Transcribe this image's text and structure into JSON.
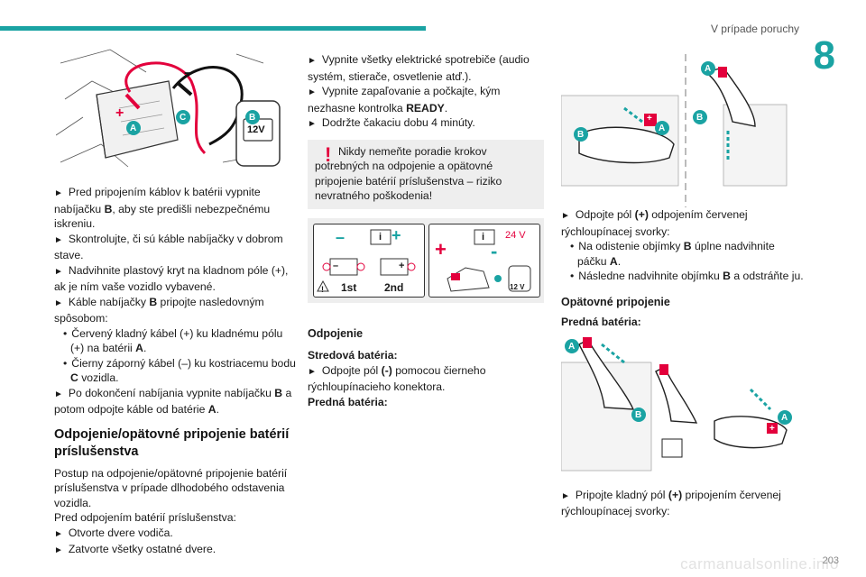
{
  "header": {
    "title": "V prípade poruchy",
    "chapter": "8",
    "page": "203"
  },
  "watermark": "carmanualsonline.info",
  "col1": {
    "fig_labels": {
      "a": "A",
      "b": "B",
      "c": "C",
      "plus": "+",
      "minus": "–",
      "charger_badge": "12V"
    },
    "steps": [
      "Pred pripojením káblov k batérii vypnite nabíjačku ",
      "Skontrolujte, či sú káble nabíjačky v dobrom stave.",
      "Nadvihnite plastový kryt na kladnom póle (+), ak je ním vaše vozidlo vybavené.",
      "Káble nabíjačky ",
      "Po dokončení nabíjania vypnite nabíjačku "
    ],
    "step1_bold": "B",
    "step1_tail": ", aby ste predišli nebezpečnému iskreniu.",
    "step4_bold": "B",
    "step4_tail": " pripojte nasledovným spôsobom:",
    "sub1": "Červený kladný kábel (+) ku kladnému pólu (+) na batérii ",
    "sub1_bold": "A",
    "sub1_tail": ".",
    "sub2": "Čierny záporný kábel (–) ku kostriacemu bodu ",
    "sub2_bold": "C",
    "sub2_tail": " vozidla.",
    "step5_bold": "B",
    "step5_mid": " a potom odpojte káble od batérie ",
    "step5_bold2": "A",
    "step5_tail": ".",
    "heading": "Odpojenie/opätovné pripojenie batérií príslušenstva",
    "intro": "Postup na odpojenie/opätovné pripojenie batérií príslušenstva v prípade dlhodobého odstavenia vozidla.",
    "before": "Pred odpojením batérií príslušenstva:",
    "before_steps": [
      "Otvorte dvere vodiča.",
      "Zatvorte všetky ostatné dvere."
    ]
  },
  "col2": {
    "step1": "Vypnite všetky elektrické spotrebiče (audio systém, stierače, osvetlenie atď.).",
    "step2": "Vypnite zapaľovanie a počkajte, kým nezhasne kontrolka ",
    "step2_bold": "READY",
    "step2_tail": ".",
    "step3": "Dodržte čakaciu dobu 4 minúty.",
    "warning_mark": "!",
    "warning": "Nikdy nemeňte poradie krokov potrebných na odpojenie a opätovné pripojenie batérií príslušenstva – riziko nevratného poškodenia!",
    "fig_labels": {
      "first": "1st",
      "second": "2nd",
      "volt": "24 V",
      "badge": "12 V",
      "info": "i",
      "caution": "!",
      "plus": "+",
      "minus": "–",
      "minus_bold": "-",
      "plus_bold": "+",
      "batt_minus": "–",
      "batt_plus": "+"
    },
    "section": "Odpojenie",
    "central": "Stredová batéria:",
    "central_step": "Odpojte pól ",
    "central_step_bold": "(-)",
    "central_step_tail": " pomocou čierneho rýchloupínacieho konektora.",
    "front": "Predná batéria:"
  },
  "col3": {
    "figA_labels": {
      "a": "A",
      "b": "B",
      "a2": "A",
      "b2": "B",
      "pos": "+"
    },
    "step": "Odpojte pól ",
    "step_bold": "(+)",
    "step_tail": " odpojením červenej rýchloupínacej svorky:",
    "sub1": "Na odistenie objímky ",
    "sub1_bold": "B",
    "sub1_tail": " úplne nadvihnite páčku ",
    "sub1_bold2": "A",
    "sub1_end": ".",
    "sub2": "Následne nadvihnite objímku ",
    "sub2_bold": "B",
    "sub2_tail": " a odstráňte ju.",
    "section": "Opätovné pripojenie",
    "front": "Predná batéria:",
    "figB_labels": {
      "a": "A",
      "b": "B",
      "a2": "A",
      "pos": "+"
    },
    "reconnect": "Pripojte kladný pól ",
    "reconnect_bold": "(+)",
    "reconnect_tail": " pripojením červenej rýchloupínacej svorky:"
  }
}
